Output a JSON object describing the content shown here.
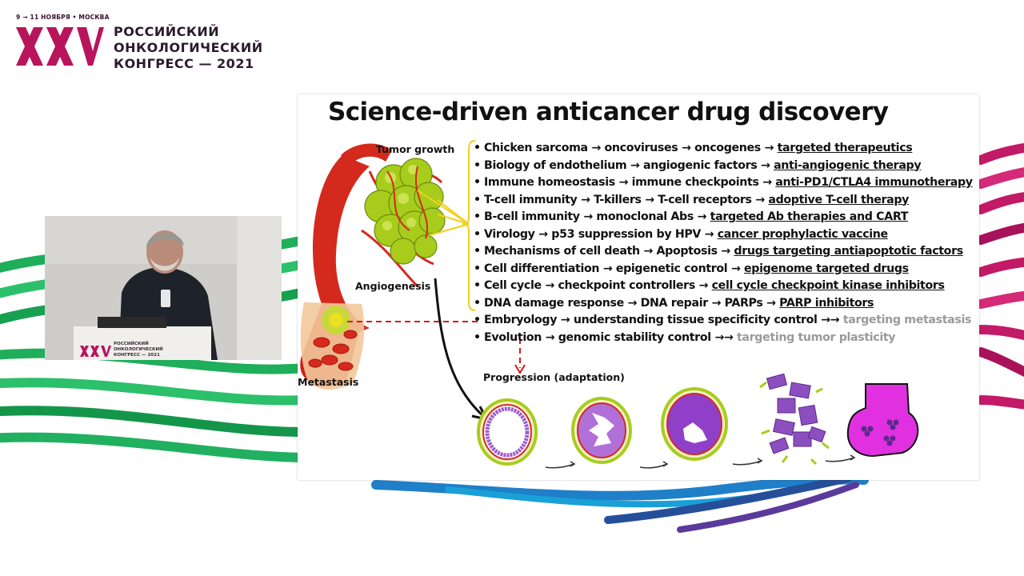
{
  "logo": {
    "date": "9 → 11 НОЯБРЯ • МОСКВА",
    "numeral": "XXV",
    "line1": "РОССИЙСКИЙ",
    "line2": "ОНКОЛОГИЧЕСКИЙ",
    "line3": "КОНГРЕСС — 2021"
  },
  "video": {
    "podium_line1": "РОССИЙСКИЙ",
    "podium_line2": "ОНКОЛОГИЧЕСКИЙ",
    "podium_line3": "КОНГРЕСС — 2021",
    "podium_numeral": "XXV"
  },
  "slide": {
    "title": "Science-driven anticancer drug discovery",
    "labels": {
      "tumor_growth": "Tumor growth",
      "angiogenesis": "Angiogenesis",
      "metastasis": "Metastasis",
      "progression": "Progression (adaptation)"
    },
    "bullet": "•",
    "items": [
      {
        "text": "Chicken sarcoma → oncoviruses → oncogenes → ",
        "target": "targeted therapeutics",
        "style": "underline"
      },
      {
        "text": "Biology of endothelium → angiogenic factors → ",
        "target": "anti-angiogenic therapy",
        "style": "underline"
      },
      {
        "text": "Immune homeostasis → immune checkpoints → ",
        "target": "anti-PD1/CTLA4 immunotherapy",
        "style": "underline"
      },
      {
        "text": "T-cell immunity → T-killers → T-cell receptors → ",
        "target": "adoptive T-cell therapy",
        "style": "underline"
      },
      {
        "text": "B-cell immunity → monoclonal Abs → ",
        "target": "targeted Ab therapies and CART",
        "style": "underline"
      },
      {
        "text": "Virology → p53 suppression by HPV → ",
        "target": "cancer prophylactic vaccine",
        "style": "underline"
      },
      {
        "text": "Mechanisms of cell death → Apoptosis → ",
        "target": "drugs targeting antiapoptotic factors",
        "style": "underline"
      },
      {
        "text": "Cell differentiation → epigenetic control → ",
        "target": "epigenome targeted drugs",
        "style": "underline"
      },
      {
        "text": "Cell cycle → checkpoint controllers → ",
        "target": "cell cycle checkpoint kinase inhibitors",
        "style": "underline"
      },
      {
        "text": "DNA damage response → DNA repair → PARPs → ",
        "target": "PARP inhibitors",
        "style": "underline"
      },
      {
        "text": "Embryology → understanding tissue specificity control →→ ",
        "target": "targeting metastasis",
        "style": "gray"
      },
      {
        "text": "Evolution → genomic stability control →→ ",
        "target": "targeting tumor plasticity",
        "style": "gray"
      }
    ]
  },
  "colors": {
    "brand_magenta": "#b8145c",
    "ribbon_green": "#1fae5a",
    "ribbon_blue": "#1f7fc9",
    "ribbon_magenta": "#c21a66",
    "bracket_yellow": "#f0d020",
    "vessel_red": "#d42a1e",
    "tumor_green": "#a8cc1c",
    "cell_purple": "#8d4fc0",
    "final_magenta": "#e030e0",
    "dashed_red": "#d81818"
  }
}
